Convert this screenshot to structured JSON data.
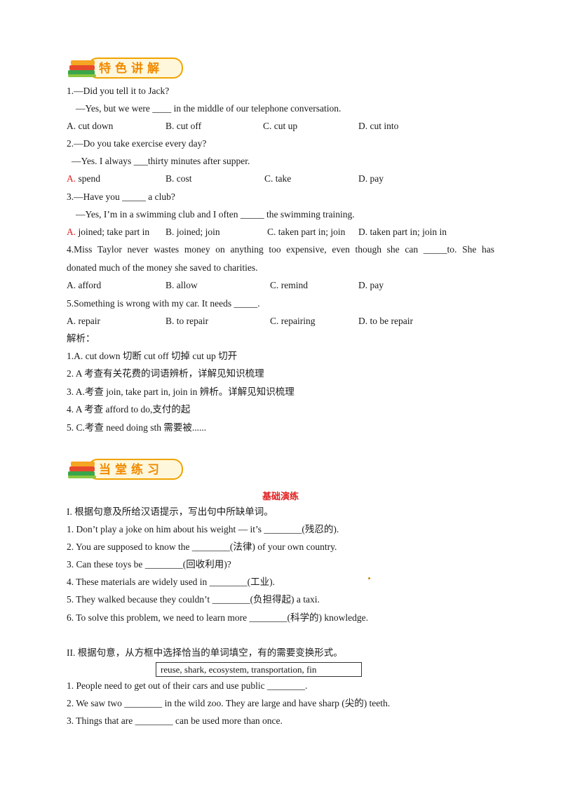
{
  "section1": {
    "banner": "特色讲解",
    "questions": [
      {
        "stem": "1.—Did you tell it to Jack?",
        "stem2": "—Yes, but we were ____ in the middle of our telephone conversation.",
        "options": [
          "A. cut down",
          "B. cut off",
          "C. cut up",
          "D. cut into"
        ]
      },
      {
        "stem": "2.—Do you take exercise every day?",
        "stem2": "—Yes. I always ___thirty minutes after supper.",
        "options_first_letter": "A.",
        "options_first_rest": " spend",
        "options": [
          "B. cost",
          "C. take",
          "D. pay"
        ]
      },
      {
        "stem": "3.—Have you _____ a club?",
        "stem2": "—Yes, I’m in a swimming club and I often _____ the swimming training.",
        "options_first_letter": "A.",
        "options_first_rest": "  joined; take part in",
        "options": [
          "B. joined; join",
          "C. taken part in; join",
          "D. taken part in; join in"
        ]
      },
      {
        "stem": "4.Miss Taylor never wastes money on anything too expensive, even though she can _____to. She has",
        "stem2": "donated much of the money she saved to charities.",
        "options": [
          "A. afford",
          "B. allow",
          "C. remind",
          "D. pay"
        ]
      },
      {
        "stem": "5.Something is wrong with my car. It needs _____.",
        "options": [
          "A. repair",
          "B. to repair",
          "C. repairing",
          "D. to be repair"
        ]
      }
    ],
    "analysis_title": "解析：",
    "analysis": [
      "1.A.  cut down  切断  cut  off 切掉      cut  up  切开",
      "2. A 考查有关花费的词语辨析，详解见知识梳理",
      "3. A.考查 join,  take  part  in,  join  in  辨析。详解见知识梳理",
      "4. A 考查 afford  to  do,支付的起",
      "5. C.考查 need  doing  sth 需要被......"
    ]
  },
  "section2": {
    "banner": "当堂练习",
    "title": "基础演练",
    "part1_instruction": "I.  根据句意及所给汉语提示，写出句中所缺单词。",
    "part1_items": [
      "1.  Don’t play a joke on him about his weight — it’s ________(残忍的).",
      "2.  You are supposed to know the ________(法律) of your own country.",
      "3.  Can these toys be ________(回收利用)?",
      "4.  These materials are widely used in ________(工业).",
      "5. They  walked because they couldn’t ________(负担得起) a taxi.",
      "6. To solve  this problem, we need to learn more ________(科学的) knowledge."
    ],
    "part2_instruction": "II.  根据句意，从方框中选择恰当的单词填空，有的需要变换形式。",
    "word_box": "reuse, shark, ecosystem, transportation, fin",
    "part2_items": [
      "1. People need to get out of their cars and use public ________.",
      "2. We saw two ________ in the wild zoo. They are large and have sharp (尖的) teeth.",
      "3. Things that are ________ can be used more than once."
    ]
  }
}
